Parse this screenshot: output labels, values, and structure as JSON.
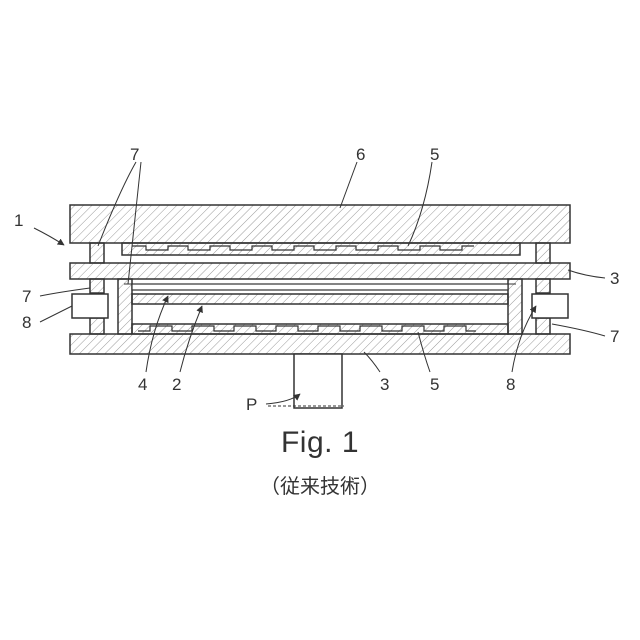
{
  "labels": {
    "l1": "1",
    "l7_top": "7",
    "l6": "6",
    "l5_top": "5",
    "l3_right": "3",
    "l7_left": "7",
    "l8_left": "8",
    "l7_right": "7",
    "l4": "4",
    "l2": "2",
    "l3_bottom": "3",
    "l5_bottom": "5",
    "l8_right": "8",
    "lP": "P"
  },
  "caption": {
    "title": "Fig. 1",
    "subtitle": "（従来技術）"
  },
  "colors": {
    "stroke": "#333333",
    "hatch": "#9a9a9a"
  }
}
